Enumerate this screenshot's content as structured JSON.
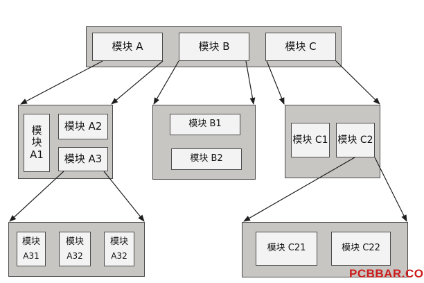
{
  "root": {
    "a": "模块 A",
    "b": "模块 B",
    "c": "模块 C"
  },
  "group_a": {
    "a1": {
      "l1": "模",
      "l2": "块",
      "l3": "A1"
    },
    "a2": "模块 A2",
    "a3": "模块 A3"
  },
  "group_b": {
    "b1": "模块 B1",
    "b2": "模块 B2"
  },
  "group_c": {
    "c1": {
      "l1": "模块",
      "l2": "C1"
    },
    "c2": {
      "l1": "模块",
      "l2": "C2"
    }
  },
  "group_a3": {
    "a31": {
      "l1": "模块",
      "l2": "A31"
    },
    "a32": {
      "l1": "模块",
      "l2": "A32"
    },
    "a33": {
      "l1": "模块",
      "l2": "A32"
    }
  },
  "group_c2": {
    "c21": "模块 C21",
    "c22": "模块 C22"
  },
  "watermark": "PCBBAR.COM",
  "colors": {
    "group_fill": "#c8c6c2",
    "box_fill": "#f3f3f3",
    "stroke": "#4a4a4a",
    "watermark": "#cc1a1a"
  }
}
